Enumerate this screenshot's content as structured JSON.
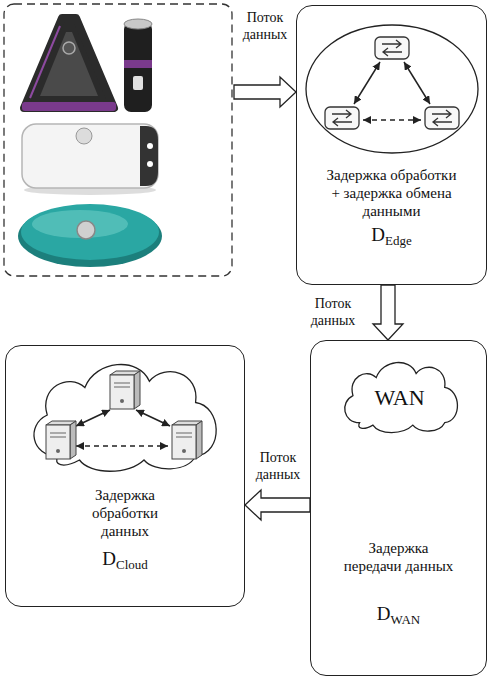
{
  "diagram": {
    "nodes": [
      {
        "text": [
          "Задержка обработки + задержка обмена данными",
          "D",
          "Edge"
        ]
      },
      {
        "text": [
          "Задержка обработки данных",
          "D",
          "Cloud"
        ]
      },
      {
        "text": [
          "Задержка передачи данных",
          "D",
          "WAN"
        ]
      },
      {
        "text": [
          "WAN"
        ],
        "in": 2
      }
    ],
    "edges": [
      {
        "from": 0,
        "to": 2,
        "arrow": "to",
        "label": "Поток данных"
      },
      {
        "from": 2,
        "to": 1,
        "arrow": "to",
        "label": "Поток данных"
      }
    ],
    "labels": [
      "Поток данных"
    ]
  }
}
